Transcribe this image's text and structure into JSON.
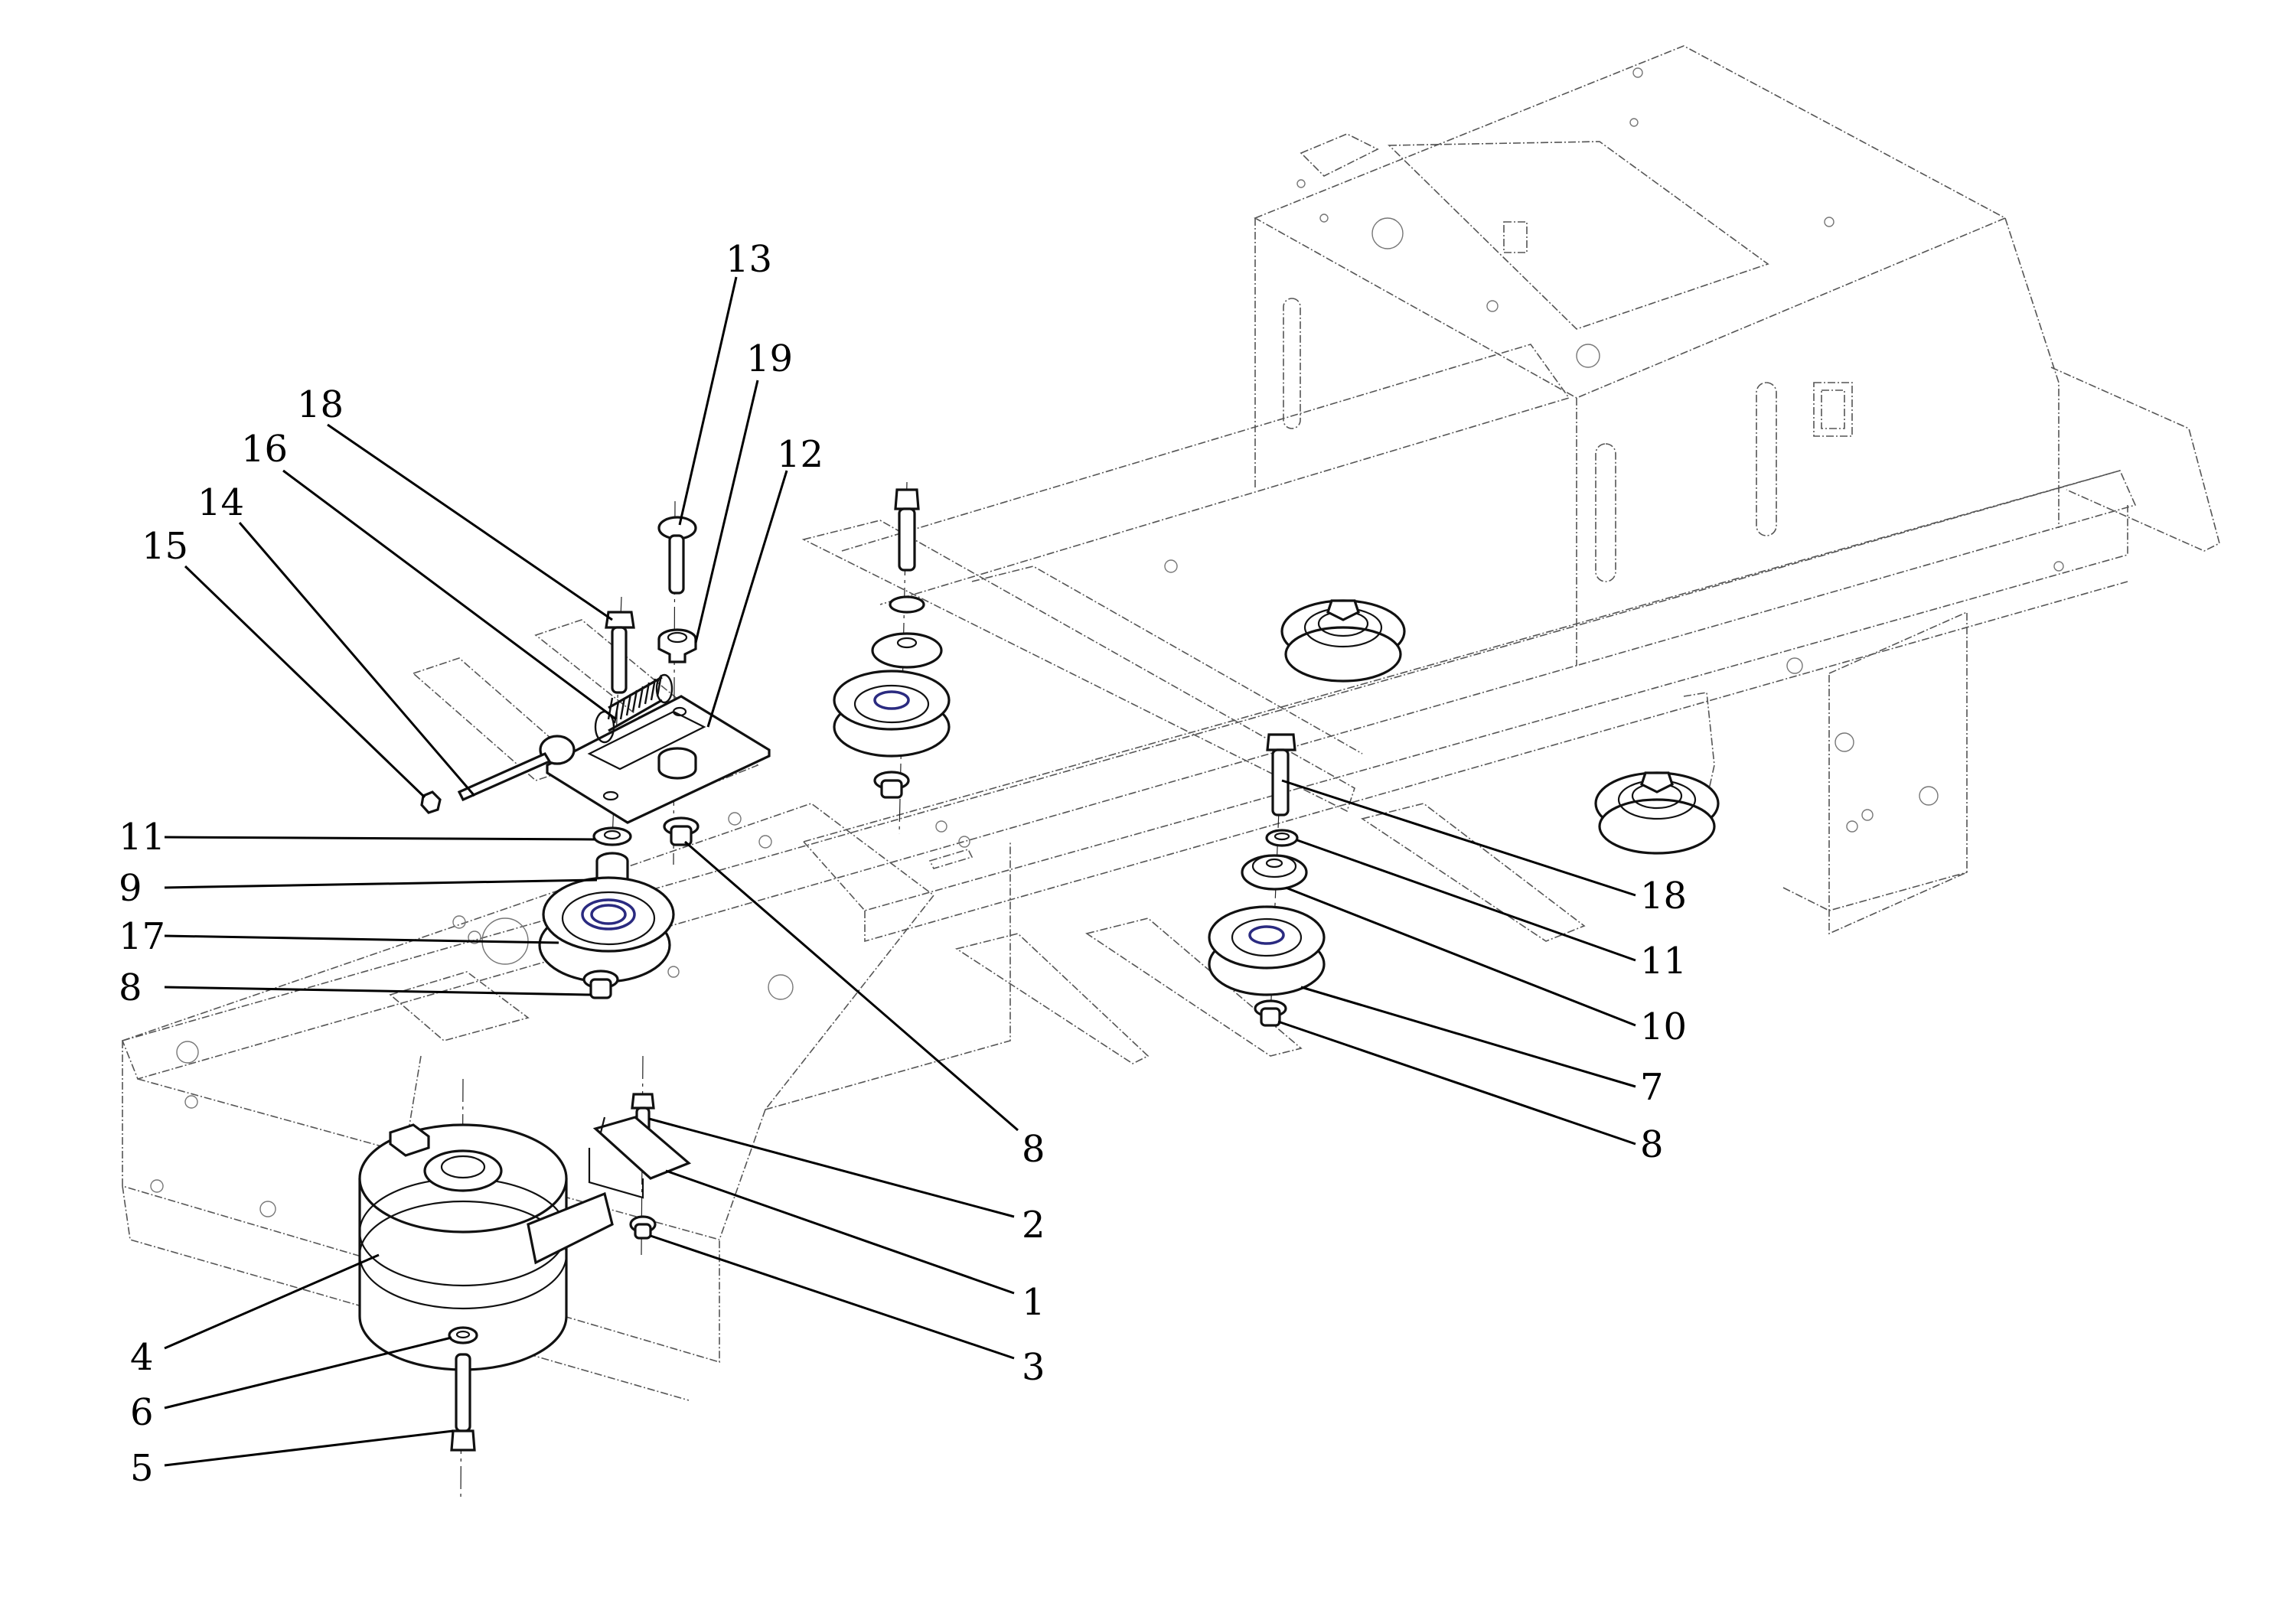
{
  "diagram": {
    "title": "",
    "type": "exploded-parts-view",
    "subject": "mower chassis frame with PTO clutch, idler pulleys and tensioner assembly",
    "colors": {
      "line": "#111111",
      "frame_line": "#555555",
      "bearing_seal": "#2a2a80",
      "background": "#ffffff"
    },
    "callouts": [
      {
        "id": "c13a",
        "label": "13",
        "part": "carriage-bolt"
      },
      {
        "id": "c19",
        "label": "19",
        "part": "flanged-bushing"
      },
      {
        "id": "c18a",
        "label": "18",
        "part": "hex-bolt-tensioner"
      },
      {
        "id": "c12",
        "label": "12",
        "part": "idler-arm-plate"
      },
      {
        "id": "c16",
        "label": "16",
        "part": "extension-spring"
      },
      {
        "id": "c14",
        "label": "14",
        "part": "eye-bolt"
      },
      {
        "id": "c15",
        "label": "15",
        "part": "hex-nut"
      },
      {
        "id": "c11a",
        "label": "11",
        "part": "flat-washer-left"
      },
      {
        "id": "c9",
        "label": "9",
        "part": "spacer"
      },
      {
        "id": "c17",
        "label": "17",
        "part": "flat-idler-pulley"
      },
      {
        "id": "c8a",
        "label": "8",
        "part": "flange-nut-left"
      },
      {
        "id": "c8b",
        "label": "8",
        "part": "flange-nut-plate"
      },
      {
        "id": "c2",
        "label": "2",
        "part": "clutch-bracket-bolt"
      },
      {
        "id": "c1",
        "label": "1",
        "part": "clutch-stop-bracket"
      },
      {
        "id": "c3",
        "label": "3",
        "part": "clutch-bracket-nut"
      },
      {
        "id": "c4",
        "label": "4",
        "part": "electric-pto-clutch"
      },
      {
        "id": "c6",
        "label": "6",
        "part": "clutch-washer"
      },
      {
        "id": "c5",
        "label": "5",
        "part": "clutch-bolt"
      },
      {
        "id": "c18b",
        "label": "18",
        "part": "hex-bolt-right"
      },
      {
        "id": "c11b",
        "label": "11",
        "part": "flat-washer-right"
      },
      {
        "id": "c10",
        "label": "10",
        "part": "pulley-spacer-right"
      },
      {
        "id": "c7",
        "label": "7",
        "part": "v-idler-pulley"
      },
      {
        "id": "c8c",
        "label": "8",
        "part": "flange-nut-right"
      }
    ]
  }
}
